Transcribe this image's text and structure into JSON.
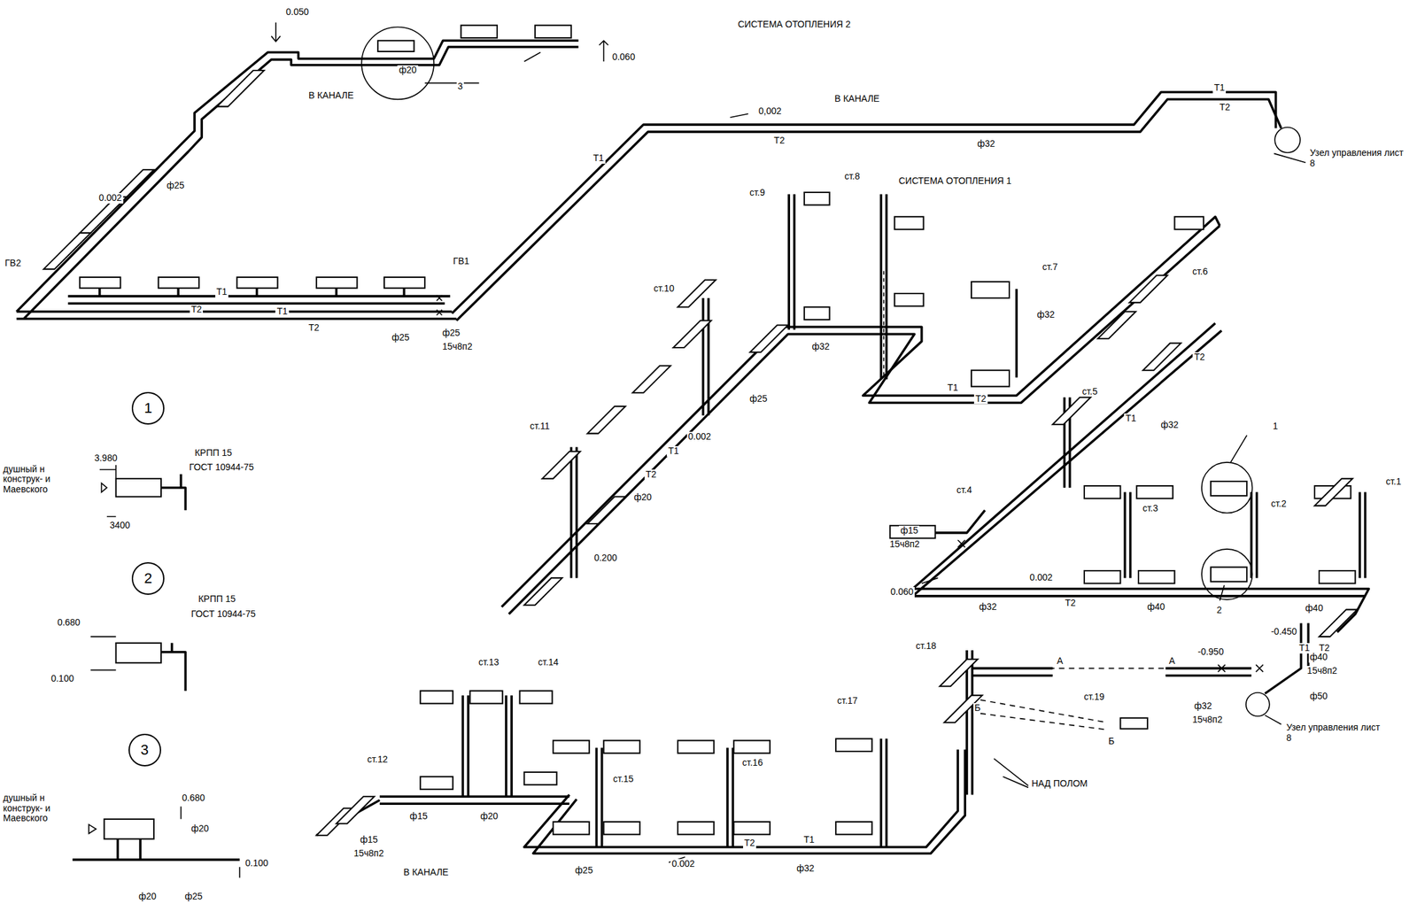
{
  "diagram": {
    "nodes": [
      {
        "text": [
          "1"
        ]
      },
      {
        "text": [
          "2"
        ]
      },
      {
        "text": [
          "3"
        ]
      }
    ],
    "labels": [
      "0.050",
      "0.060",
      "ф20",
      "3",
      "В КАНАЛЕ",
      "СИСТЕМА ОТОПЛЕНИЯ 2",
      "0,002",
      "В КАНАЛЕ",
      "Т1",
      "Т2",
      "Т2",
      "ф32",
      "Узел управления лист 8",
      "Т1",
      "ф25",
      "0.002",
      "ГВ2",
      "ГВ1",
      "Т1",
      "Т2",
      "Т1",
      "Т2",
      "ф25",
      "ф25",
      "15ч8п2",
      "СИСТЕМА ОТОПЛЕНИЯ 1",
      "ст.9",
      "ст.8",
      "ст.10",
      "ст.7",
      "ст.6",
      "ф32",
      "ф32",
      "ф25",
      "Т1",
      "Т2",
      "ст.5",
      "Т2",
      "Т1",
      "ф32",
      "1",
      "ст.11",
      "Т1",
      "0.002",
      "Т2",
      "ф20",
      "ст.4",
      "ст.3",
      "ст.2",
      "ст.1",
      "ф15",
      "15ч8п2",
      "0.200",
      "0.002",
      "0.060",
      "Т2",
      "ф32",
      "ф40",
      "ф40",
      "2",
      "-0.450",
      "Т1",
      "Т2",
      "-0.950",
      "А",
      "А",
      "ф40",
      "15ч8п2",
      "ф50",
      "ф32",
      "15ч8п2",
      "Узел управления лист 8",
      "ст.13",
      "ст.14",
      "ст.18",
      "ст.17",
      "ст.19",
      "Б",
      "Б",
      "НАД ПОЛОМ",
      "ст.12",
      "ст.15",
      "ст.16",
      "ф15",
      "ф20",
      "ф15",
      "15ч8п2",
      "В КАНАЛЕ",
      "ф25",
      "0.002",
      "Т2",
      "Т1",
      "ф32",
      "КРПП 15",
      "ГОСТ 10944-75",
      "3.980",
      "душный н конструк- и Маевского",
      "3400",
      "КРПП 15",
      "ГОСТ 10944-75",
      "0.680",
      "0.100",
      "душный н конструк- и Маевского",
      "0.680",
      "ф20",
      "0.100",
      "ф20",
      "ф25"
    ]
  }
}
